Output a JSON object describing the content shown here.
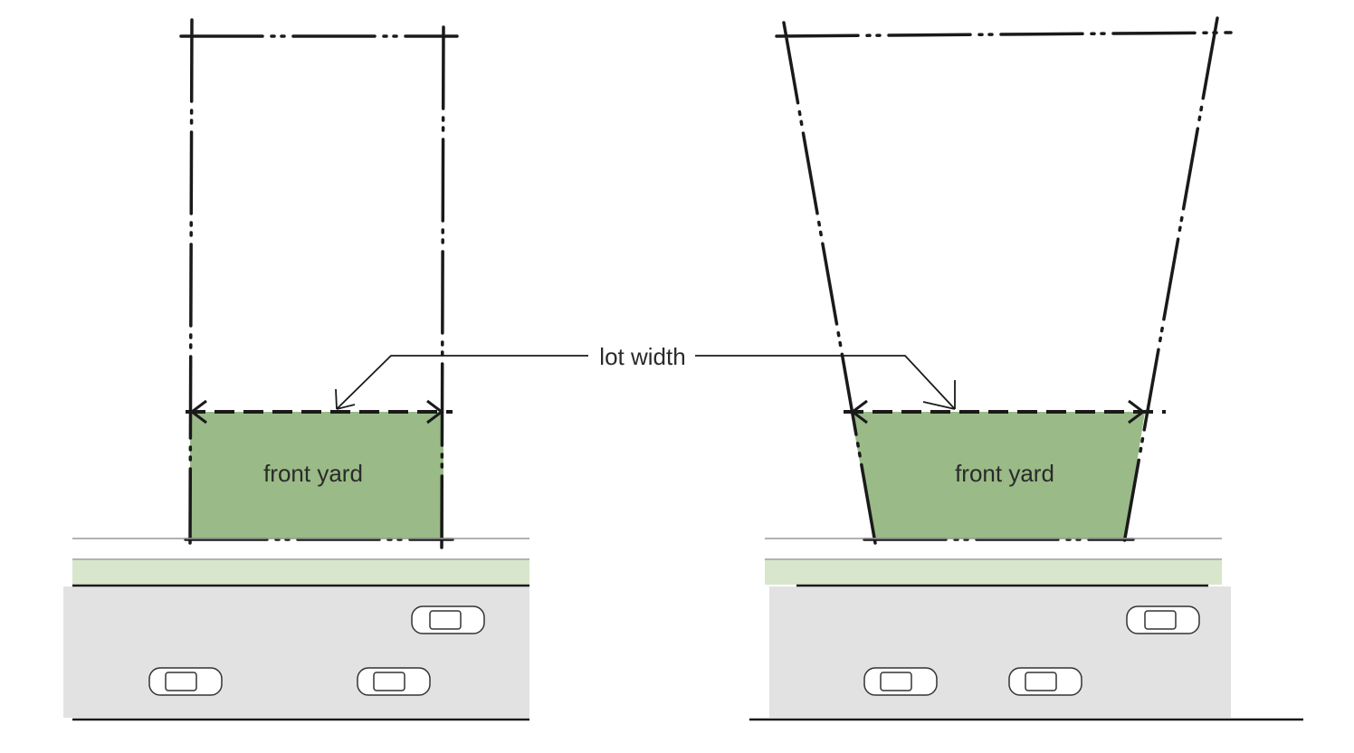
{
  "labels": {
    "lot_width": "lot width",
    "front_yard_left": "front yard",
    "front_yard_right": "front yard"
  },
  "colors": {
    "front_yard": "#8fb27a",
    "road": "#dcdcdc",
    "sidewalk_strip": "#d8e6cc",
    "ink": "#1a1a1a"
  }
}
